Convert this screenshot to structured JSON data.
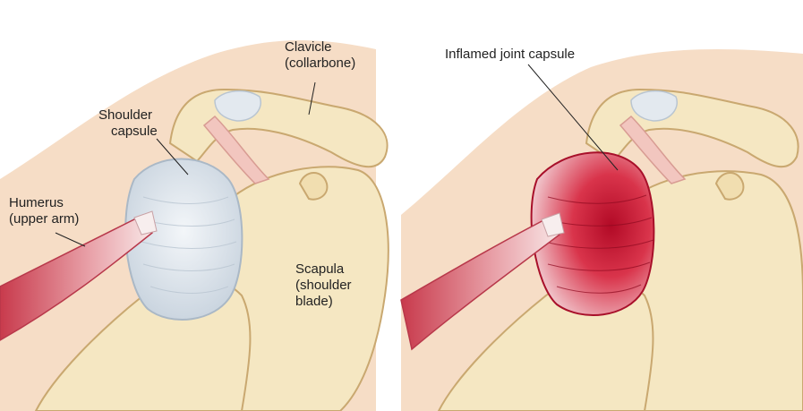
{
  "labels": {
    "humerus": [
      "Humerus",
      "(upper arm)"
    ],
    "shoulder_capsule": [
      "Shoulder",
      "capsule"
    ],
    "clavicle": [
      "Clavicle",
      "(collarbone)"
    ],
    "scapula": [
      "Scapula",
      "(shoulder",
      "blade)"
    ],
    "inflamed": "Inflamed joint capsule"
  },
  "colors": {
    "skin": "#f6ddc6",
    "bone": "#f5e7c2",
    "bone_outline": "#c9a870",
    "bone_shadow": "#e9d39f",
    "capsule": "#dfe6ee",
    "muscle": "#d24a5a",
    "inflamed": "#c4102c"
  }
}
